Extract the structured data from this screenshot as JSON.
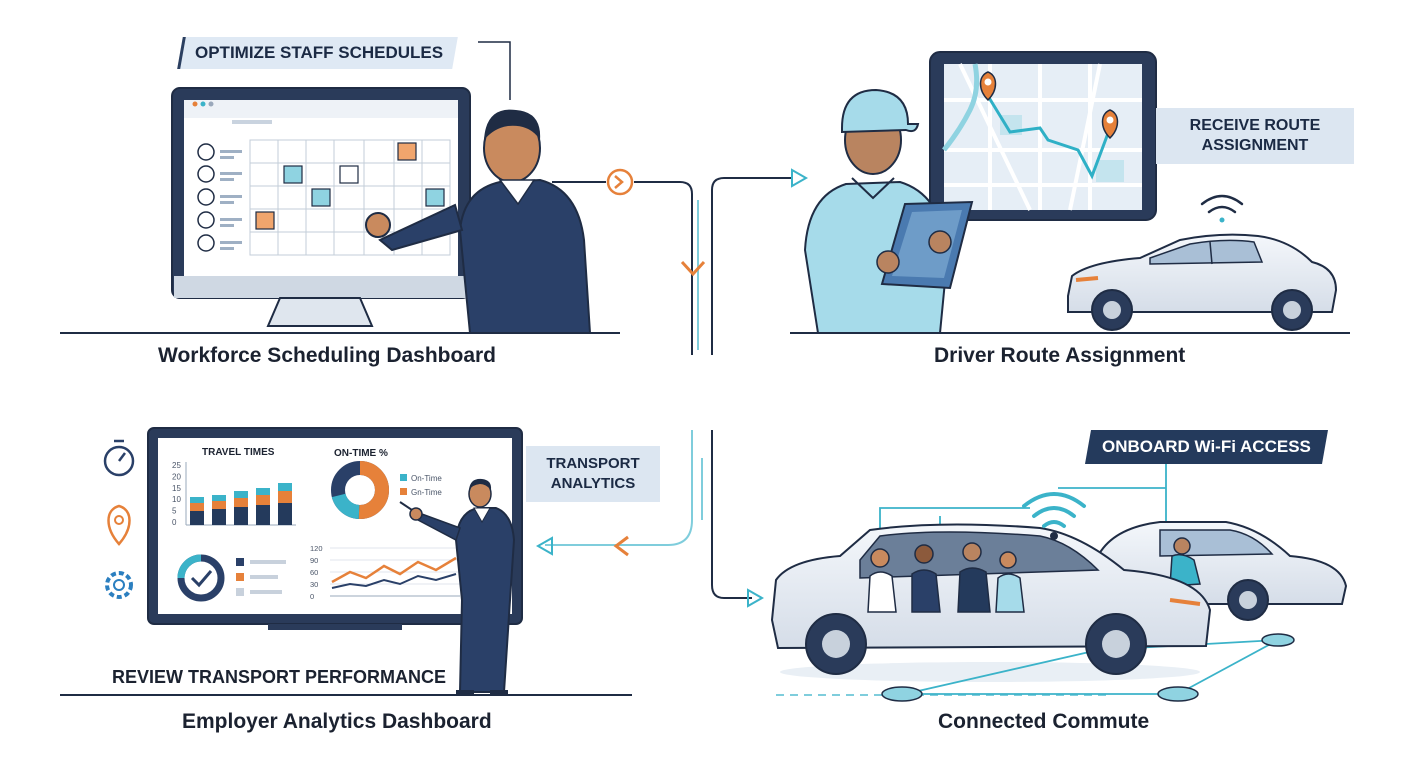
{
  "panels": {
    "scheduling": {
      "caption": "Workforce Scheduling Dashboard",
      "tag": "OPTIMIZE STAFF SCHEDULES"
    },
    "driver": {
      "caption": "Driver Route Assignment",
      "tag_line1": "RECEIVE ROUTE",
      "tag_line2": "ASSIGNMENT"
    },
    "analytics": {
      "caption": "Employer Analytics Dashboard",
      "tag_line1": "TRANSPORT",
      "tag_line2": "ANALYTICS",
      "footer_tag": "REVIEW TRANSPORT PERFORMANCE",
      "travel_times": {
        "title": "TRAVEL TIMES",
        "y_ticks": [
          "25",
          "20",
          "15",
          "10",
          "5",
          "0"
        ]
      },
      "on_time": {
        "title": "ON-TIME %",
        "legend_on": "On-Time",
        "legend_off": "Gn-Time"
      },
      "trend": {
        "y_ticks": [
          "120",
          "90",
          "60",
          "30",
          "0"
        ]
      }
    },
    "commute": {
      "caption": "Connected Commute",
      "tag": "ONBOARD Wi-Fi ACCESS"
    }
  },
  "colors": {
    "navy": "#243a5c",
    "teal": "#3bb3c9",
    "orange": "#e6813a",
    "light_blue": "#dce9f5",
    "outline": "#1f2c44"
  }
}
